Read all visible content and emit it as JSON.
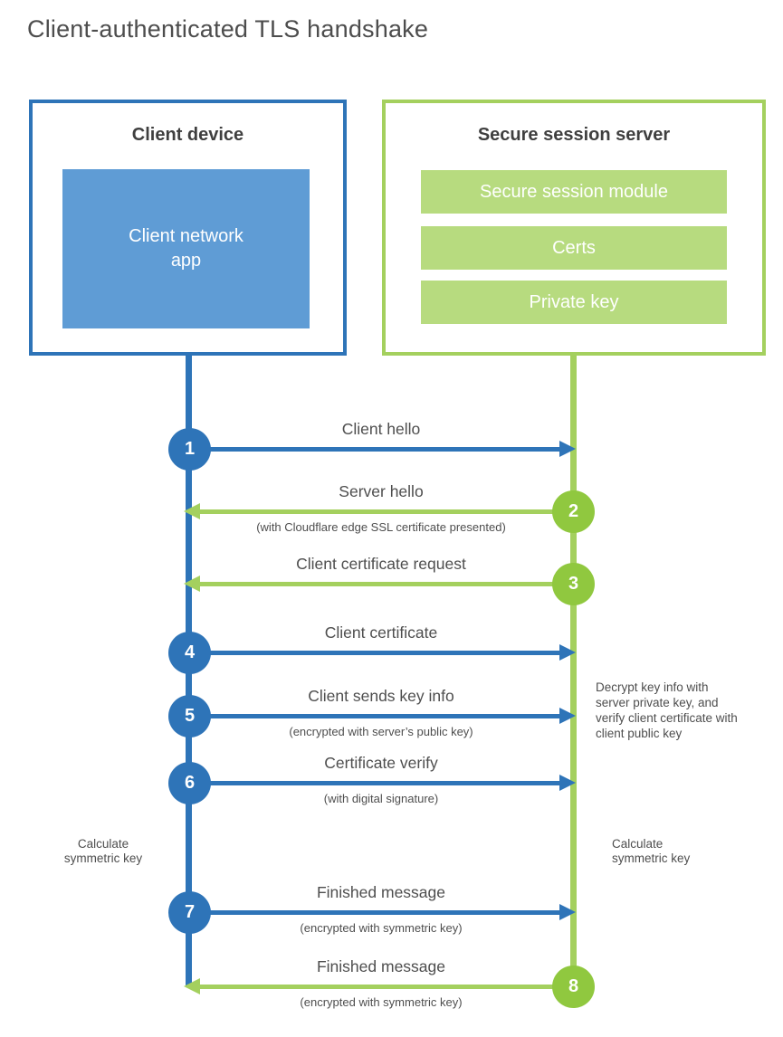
{
  "title": "Client-authenticated TLS handshake",
  "colors": {
    "blue": "#2E74B8",
    "blue_fill": "#5F9CD5",
    "green_line": "#A4D05E",
    "green_circle": "#90C83F",
    "green_fill": "#B7DB7F"
  },
  "client_box": {
    "title": "Client device",
    "app_label": "Client network app"
  },
  "server_box": {
    "title": "Secure session server",
    "modules": [
      "Secure session module",
      "Certs",
      "Private key"
    ]
  },
  "steps": [
    {
      "num": "1",
      "actor": "client",
      "direction": "right",
      "label": "Client hello",
      "sub": ""
    },
    {
      "num": "2",
      "actor": "server",
      "direction": "left",
      "label": "Server hello",
      "sub": "(with Cloudflare edge SSL certificate presented)"
    },
    {
      "num": "3",
      "actor": "server",
      "direction": "left",
      "label": "Client certificate request",
      "sub": ""
    },
    {
      "num": "4",
      "actor": "client",
      "direction": "right",
      "label": "Client certificate",
      "sub": ""
    },
    {
      "num": "5",
      "actor": "client",
      "direction": "right",
      "label": "Client sends key info",
      "sub": "(encrypted with server’s public key)"
    },
    {
      "num": "6",
      "actor": "client",
      "direction": "right",
      "label": "Certificate verify",
      "sub": "(with digital signature)"
    },
    {
      "num": "7",
      "actor": "client",
      "direction": "right",
      "label": "Finished message",
      "sub": "(encrypted with symmetric key)"
    },
    {
      "num": "8",
      "actor": "server",
      "direction": "left",
      "label": "Finished message",
      "sub": "(encrypted with symmetric key)"
    }
  ],
  "notes": {
    "decrypt": "Decrypt key info with server private key, and verify client certificate with client public key",
    "calc_client": "Calculate symmetric key",
    "calc_server": "Calculate symmetric key"
  }
}
